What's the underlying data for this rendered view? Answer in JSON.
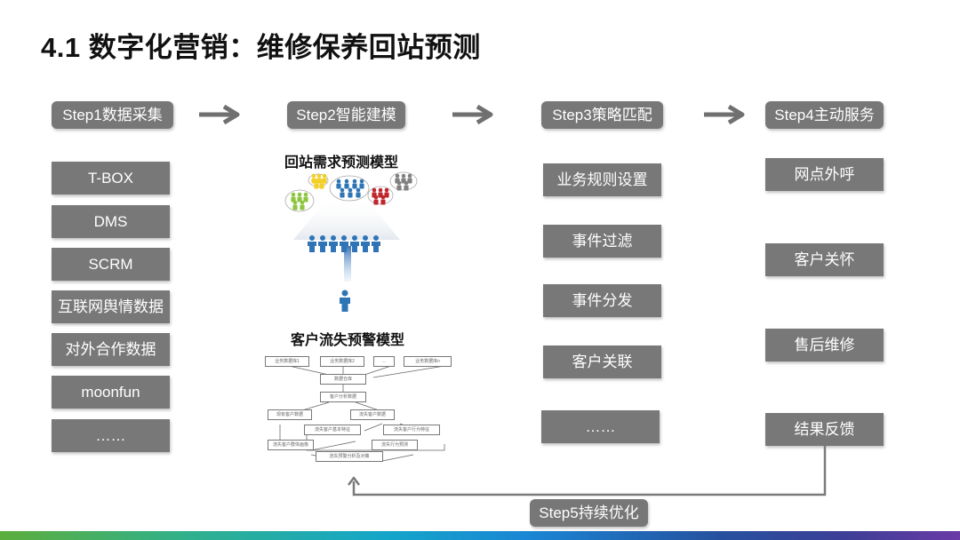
{
  "title": "4.1 数字化营销：维修保养回站预测",
  "steps": [
    {
      "label": "Step1数据采集"
    },
    {
      "label": "Step2智能建模"
    },
    {
      "label": "Step3策略匹配"
    },
    {
      "label": "Step4主动服务"
    },
    {
      "label": "Step5持续优化"
    }
  ],
  "step1_items": [
    "T-BOX",
    "DMS",
    "SCRM",
    "互联网舆情数据",
    "对外合作数据",
    "moonfun",
    "……"
  ],
  "step2": {
    "model1_title": "回站需求预测模型",
    "model2_title": "客户流失预警模型",
    "flowchart_boxes": [
      "业务数据库1",
      "业务数据库2",
      "…",
      "业务数据库n",
      "数据仓库",
      "客户分析数据",
      "现有客户数据",
      "流失客户数据",
      "流失客户基本特征",
      "流失客户行为特征",
      "流失客户群体画像",
      "流失行为预测",
      "流失预警分析及对策"
    ]
  },
  "step3_items": [
    "业务规则设置",
    "事件过滤",
    "事件分发",
    "客户关联",
    "……"
  ],
  "step4_items": [
    "网点外呼",
    "客户关怀",
    "售后维修",
    "结果反馈"
  ],
  "icons": {
    "arrow": "right-arrow-icon",
    "people": "people-group-icon",
    "person": "person-icon"
  },
  "colors": {
    "box": "#787878",
    "arrow": "#707070",
    "green": "#8cc63f",
    "yellow": "#f2d027",
    "blue": "#2f75b5",
    "red": "#c0272d",
    "gray": "#808080"
  }
}
